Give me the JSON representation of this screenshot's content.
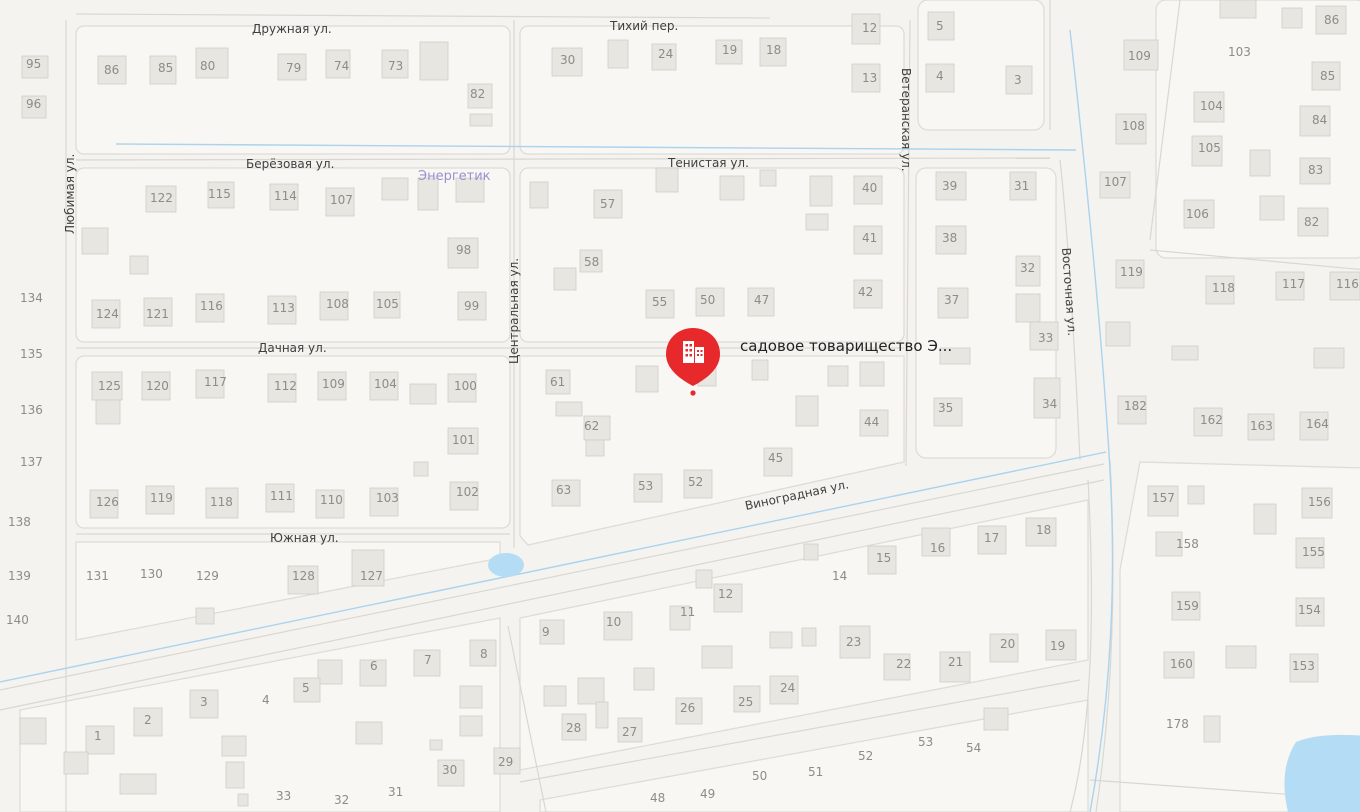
{
  "district_label": "Энергетик",
  "poi": {
    "name": "садовое товарищество Э...",
    "icon": "building-icon",
    "color": "#e8292b"
  },
  "streets": {
    "druzhnaya": "Дружная ул.",
    "tikhiy": "Тихий пер.",
    "beryozovaya": "Берёзовая ул.",
    "tenistaya": "Тенистая ул.",
    "lyubimaya": "Любимая ул.",
    "veteranskaya": "Ветеранская ул.",
    "vostochnaya": "Восточная ул.",
    "tsentralnaya": "Центральная ул.",
    "dachnaya": "Дачная ул.",
    "yuzhnaya": "Южная ул.",
    "vinogradnaya": "Виноградная ул."
  },
  "house_numbers": [
    "95",
    "96",
    "86",
    "85",
    "80",
    "79",
    "74",
    "73",
    "82",
    "30",
    "24",
    "19",
    "18",
    "12",
    "5",
    "13",
    "4",
    "3",
    "109",
    "103",
    "86",
    "85",
    "104",
    "84",
    "108",
    "105",
    "83",
    "107",
    "106",
    "82",
    "122",
    "115",
    "114",
    "107",
    "98",
    "57",
    "40",
    "39",
    "31",
    "41",
    "38",
    "58",
    "32",
    "124",
    "121",
    "116",
    "113",
    "108",
    "105",
    "99",
    "55",
    "50",
    "47",
    "42",
    "37",
    "119",
    "118",
    "117",
    "116",
    "134",
    "33",
    "135",
    "125",
    "120",
    "117",
    "112",
    "109",
    "104",
    "100",
    "61",
    "136",
    "101",
    "62",
    "44",
    "35",
    "34",
    "182",
    "162",
    "163",
    "164",
    "137",
    "126",
    "119",
    "118",
    "111",
    "110",
    "103",
    "102",
    "63",
    "53",
    "52",
    "45",
    "157",
    "156",
    "138",
    "158",
    "155",
    "139",
    "131",
    "130",
    "129",
    "128",
    "127",
    "15",
    "16",
    "17",
    "18",
    "14",
    "12",
    "140",
    "11",
    "9",
    "10",
    "159",
    "154",
    "8",
    "7",
    "6",
    "5",
    "23",
    "22",
    "21",
    "20",
    "19",
    "3",
    "4",
    "2",
    "1",
    "28",
    "27",
    "26",
    "25",
    "24",
    "160",
    "153",
    "30",
    "29",
    "33",
    "32",
    "31",
    "48",
    "49",
    "50",
    "51",
    "52",
    "53",
    "54",
    "178"
  ]
}
